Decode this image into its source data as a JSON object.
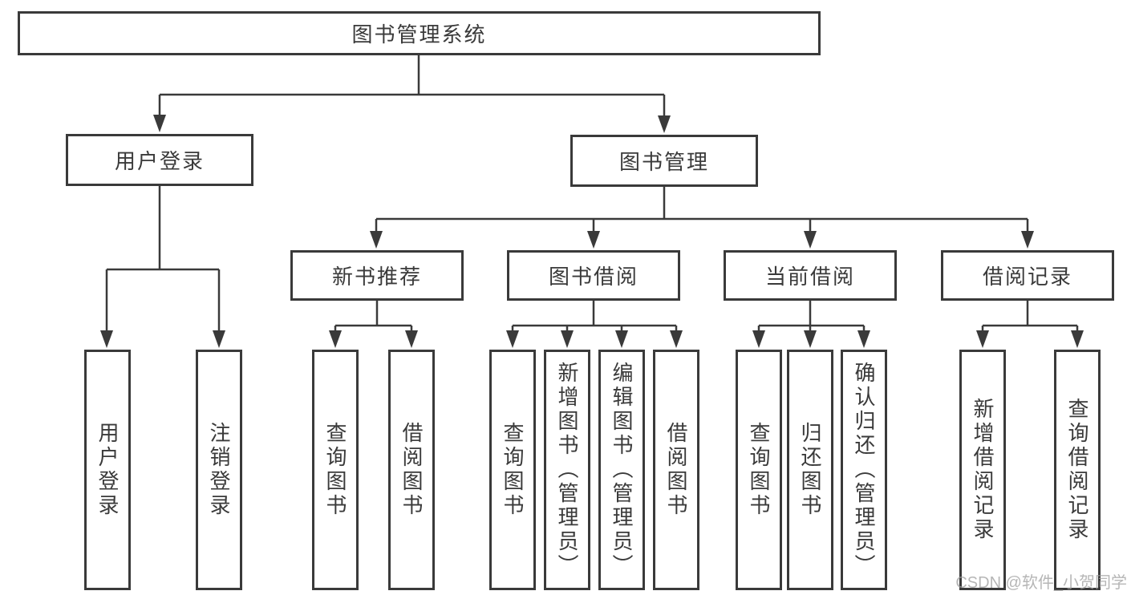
{
  "diagram": {
    "root": {
      "label": "图书管理系统"
    },
    "level2": [
      {
        "label": "用户登录"
      },
      {
        "label": "图书管理"
      }
    ],
    "level3": [
      {
        "label": "新书推荐"
      },
      {
        "label": "图书借阅"
      },
      {
        "label": "当前借阅"
      },
      {
        "label": "借阅记录"
      }
    ],
    "leaves": [
      {
        "label": "用户登录"
      },
      {
        "label": "注销登录"
      },
      {
        "label": "查询图书"
      },
      {
        "label": "借阅图书"
      },
      {
        "label": "查询图书"
      },
      {
        "label": "新增图书（管理员）"
      },
      {
        "label": "编辑图书（管理员）"
      },
      {
        "label": "借阅图书"
      },
      {
        "label": "查询图书"
      },
      {
        "label": "归还图书"
      },
      {
        "label": "确认归还（管理员）"
      },
      {
        "label": "新增借阅记录"
      },
      {
        "label": "查询借阅记录"
      }
    ]
  },
  "watermark": "CSDN @软件_小贺同学",
  "colors": {
    "line": "#3a3a3a",
    "text": "#3a3a3a",
    "background": "#ffffff",
    "watermark": "#9e9e9e"
  }
}
